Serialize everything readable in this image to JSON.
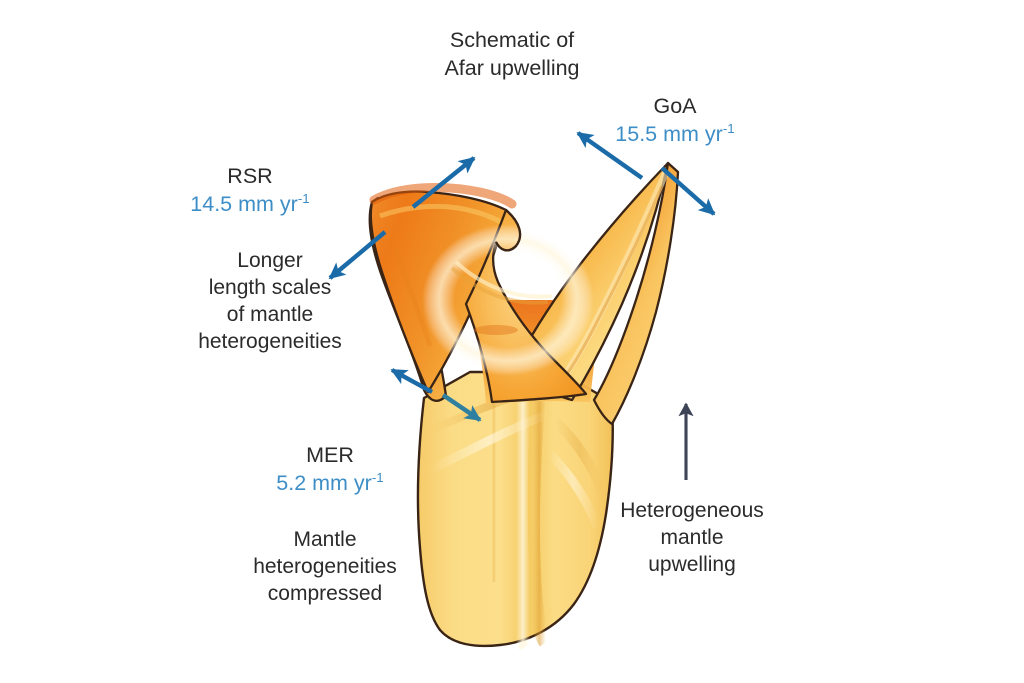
{
  "figure": {
    "title_line1": "Schematic of",
    "title_line2": "Afar upwelling",
    "background_color": "#ffffff",
    "text_color": "#2b2b2b",
    "rate_color": "#3d8ec6",
    "arrow_color": "#1a6ba8",
    "upwelling_arrow_color": "#3d4458",
    "plume_outline_color": "#3a2415"
  },
  "labels": {
    "goa": {
      "name": "GoA",
      "rate_value": "15.5 mm yr",
      "rate_exponent": "-1"
    },
    "rsr": {
      "name": "RSR",
      "rate_value": "14.5 mm yr",
      "rate_exponent": "-1"
    },
    "mer": {
      "name": "MER",
      "rate_value": "5.2 mm yr",
      "rate_exponent": "-1"
    },
    "longer_length_scales": {
      "line1": "Longer",
      "line2": "length scales",
      "line3": "of mantle",
      "line4": "heterogeneities"
    },
    "compressed": {
      "line1": "Mantle",
      "line2": "heterogeneities",
      "line3": "compressed"
    },
    "heterogeneous_upwelling": {
      "line1": "Heterogeneous",
      "line2": "mantle",
      "line3": "upwelling"
    }
  },
  "arrows": [
    {
      "id": "rsr-spreading-arrow",
      "direction": "up-right",
      "color": "#1a6ba8"
    },
    {
      "id": "goa-spreading-arrow-nw",
      "direction": "up-left",
      "color": "#1a6ba8"
    },
    {
      "id": "goa-spreading-arrow-se",
      "direction": "down-right",
      "color": "#1a6ba8"
    },
    {
      "id": "longer-scales-arrow",
      "direction": "down-left",
      "color": "#1a6ba8"
    },
    {
      "id": "mer-arrow-outer",
      "direction": "up-left",
      "color": "#1a6ba8"
    },
    {
      "id": "mer-arrow-inner",
      "direction": "down-right",
      "color": "#2f7fa0"
    },
    {
      "id": "mantle-upwelling-arrow",
      "direction": "up",
      "color": "#3d4458"
    }
  ],
  "plume": {
    "description": "Three-lobed mantle plume head above a vertical stem",
    "head_colors": [
      "#e8620f",
      "#f59320",
      "#f8bc4a",
      "#fbd877"
    ],
    "stem_colors": [
      "#fbd87a",
      "#f7d071",
      "#f2c45e"
    ]
  }
}
